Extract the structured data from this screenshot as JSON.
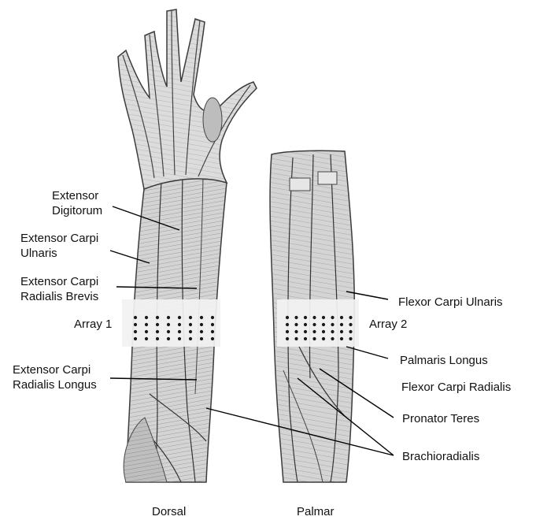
{
  "views": {
    "dorsal": "Dorsal",
    "palmar": "Palmar"
  },
  "arrays": {
    "array1": "Array 1",
    "array2": "Array 2"
  },
  "labels": {
    "extensor_digitorum": [
      "Extensor",
      "Digitorum"
    ],
    "extensor_carpi_ulnaris": [
      "Extensor Carpi",
      "Ulnaris"
    ],
    "extensor_carpi_radialis_brevis": [
      "Extensor Carpi",
      "Radialis Brevis"
    ],
    "extensor_carpi_radialis_longus": [
      "Extensor Carpi",
      "Radialis Longus"
    ],
    "flexor_carpi_ulnaris": "Flexor Carpi Ulnaris",
    "palmaris_longus": "Palmaris Longus",
    "flexor_carpi_radialis": "Flexor Carpi Radialis",
    "pronator_teres": "Pronator Teres",
    "brachioradialis": "Brachioradialis"
  },
  "colors": {
    "muscle_fill": "#cfcfcf",
    "muscle_stroke": "#4a4a4a",
    "band": "#eeeeee",
    "electrode": "#1a1a1a",
    "leader": "#000000"
  },
  "electrode_grid": {
    "rows": 4,
    "columns": 8
  }
}
